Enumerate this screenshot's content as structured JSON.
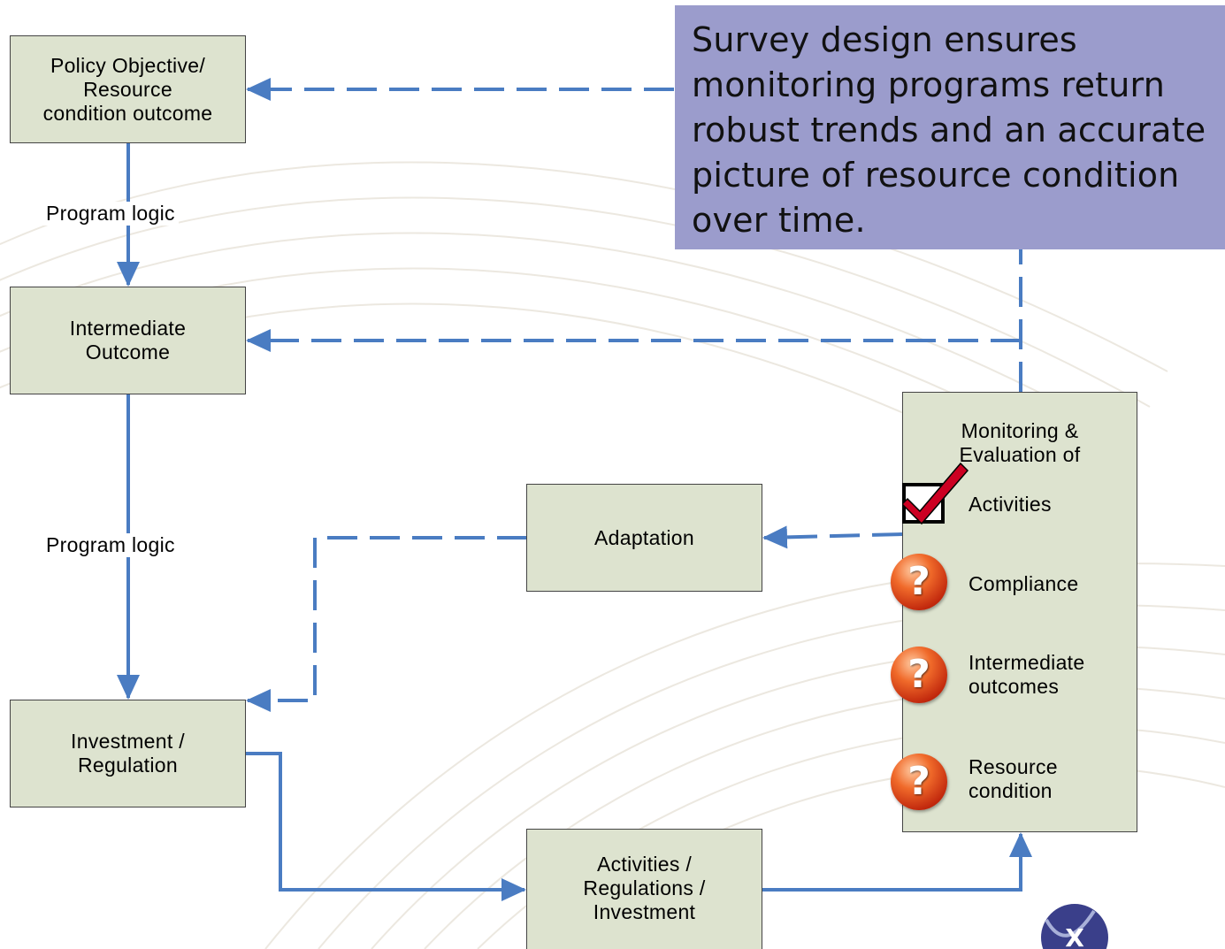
{
  "callout": {
    "text": "Survey design ensures monitoring programs return robust trends and an accurate picture of resource condition over time."
  },
  "boxes": {
    "policy": "Policy Objective/\nResource\ncondition outcome",
    "intermediate": "Intermediate\nOutcome",
    "investment": "Investment /\nRegulation",
    "adaptation": "Adaptation",
    "activities": "Activities /\nRegulations /\nInvestment"
  },
  "edge_labels": {
    "upper": "Program logic",
    "lower": "Program logic"
  },
  "monitoring": {
    "title": "Monitoring &\nEvaluation of",
    "items": [
      {
        "label": "Activities",
        "icon": "check-icon"
      },
      {
        "label": "Compliance",
        "icon": "question-icon"
      },
      {
        "label": "Intermediate\noutcomes",
        "icon": "question-icon"
      },
      {
        "label": "Resource\ncondition",
        "icon": "question-icon"
      }
    ]
  },
  "colors": {
    "box_fill": "#dde3cf",
    "arrow": "#4a7cc2",
    "callout_fill": "#9b9ccc",
    "check_red": "#cc0022"
  }
}
